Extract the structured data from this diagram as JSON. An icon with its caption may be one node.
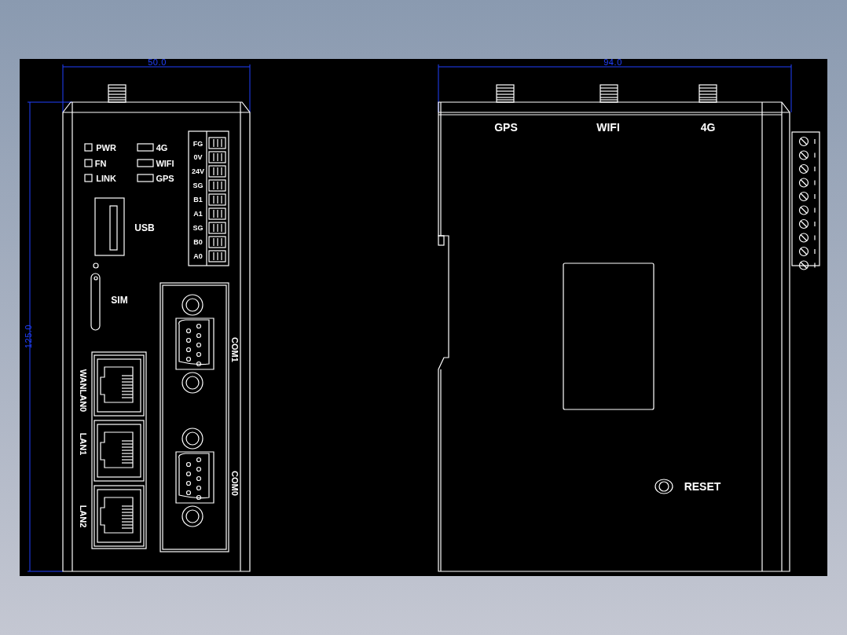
{
  "diagram": {
    "labels": [
      "50.0",
      "125.0",
      "PWR",
      "4G",
      "FN",
      "WIFI",
      "LINK",
      "GPS",
      "FG",
      "0V",
      "24V",
      "SG",
      "B1",
      "A1",
      "SG",
      "B0",
      "A0",
      "USB",
      "SIM",
      "COM1",
      "WANLAN0",
      "LAN1",
      "COM0",
      "LAN2",
      "94.0",
      "GPS",
      "WIFI",
      "4G",
      "RESET"
    ]
  }
}
